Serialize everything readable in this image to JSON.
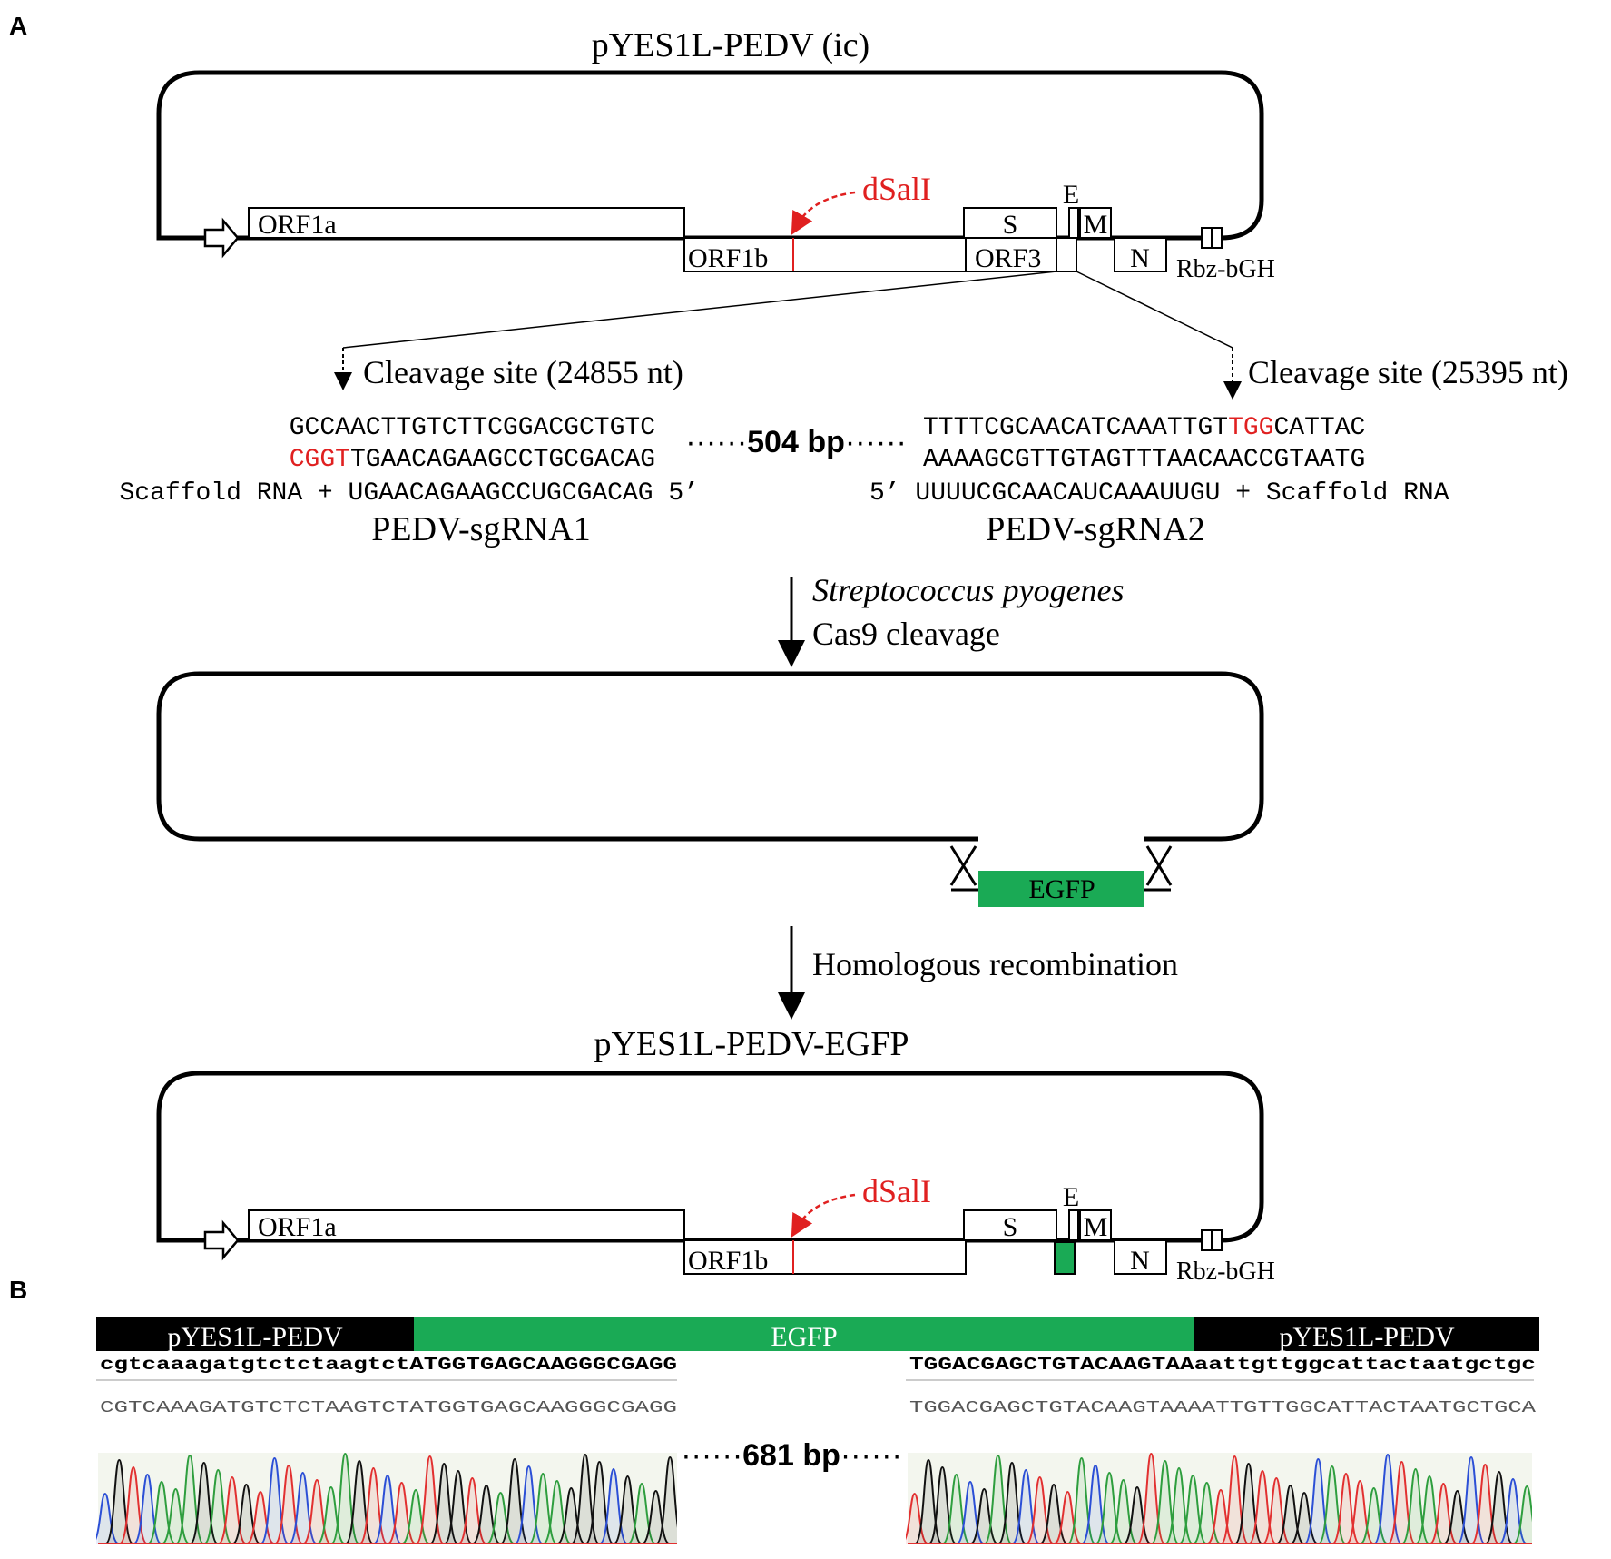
{
  "panel_a": {
    "label": "A",
    "plasmid1_title": "pYES1L-PEDV (ic)",
    "plasmid3_title": "pYES1L-PEDV-EGFP",
    "genes": {
      "orf1a": "ORF1a",
      "orf1b": "ORF1b",
      "s": "S",
      "orf3": "ORF3",
      "e": "E",
      "m": "M",
      "n": "N",
      "rbz": "Rbz-bGH"
    },
    "dsali": "dSalI",
    "cleavage1": "Cleavage site (24855 nt)",
    "cleavage2": "Cleavage site (25395 nt)",
    "sg1": {
      "line1": "GCCAACTTGTCTTCGGACGCTGTC",
      "line2_red": "CGGT",
      "line2_rest": "TGAACAGAAGCCTGCGACAG",
      "line3": "Scaffold RNA + UGAACAGAAGCCUGCGACAG 5’",
      "name": "PEDV-sgRNA1"
    },
    "spacer": "504 bp",
    "sg2": {
      "line1_a": "TTTTCGCAACATCAAATTGT",
      "line1_red": "TGG",
      "line1_b": "CATTAC",
      "line2": "AAAAGCGTTGTAGTTTAACAACCGTAATG",
      "line3": "5’ UUUUCGCAACAUCAAAUUGU + Scaffold RNA",
      "name": "PEDV-sgRNA2"
    },
    "step1_italic": "Streptococcus pyogenes",
    "step1_text": "Cas9 cleavage",
    "egfp": "EGFP",
    "step2_text": "Homologous recombination"
  },
  "panel_b": {
    "label": "B",
    "bar_left": "pYES1L-PEDV",
    "bar_mid": "EGFP",
    "bar_right": "pYES1L-PEDV",
    "left_ref_lower": "cgtcaaagatgtctctaagtct",
    "left_ref_upper": "ATGGTGAGCAAGGGCGAGG",
    "left_read": "CGTCAAAGATGTCTCTAAGTCTATGGTGAGCAAGGGCGAGG",
    "right_ref_upper": "TGGACGAGCTGTACAAGTAA",
    "right_ref_lower": "aattgttggcattactaatgctgc",
    "right_read": "TGGACGAGCTGTACAAGTAAAATTGTTGGCATTACTAATGCTGCA",
    "gap": "681 bp"
  },
  "colors": {
    "red": "#e02020",
    "green": "#1aaa55",
    "black": "#000000"
  }
}
